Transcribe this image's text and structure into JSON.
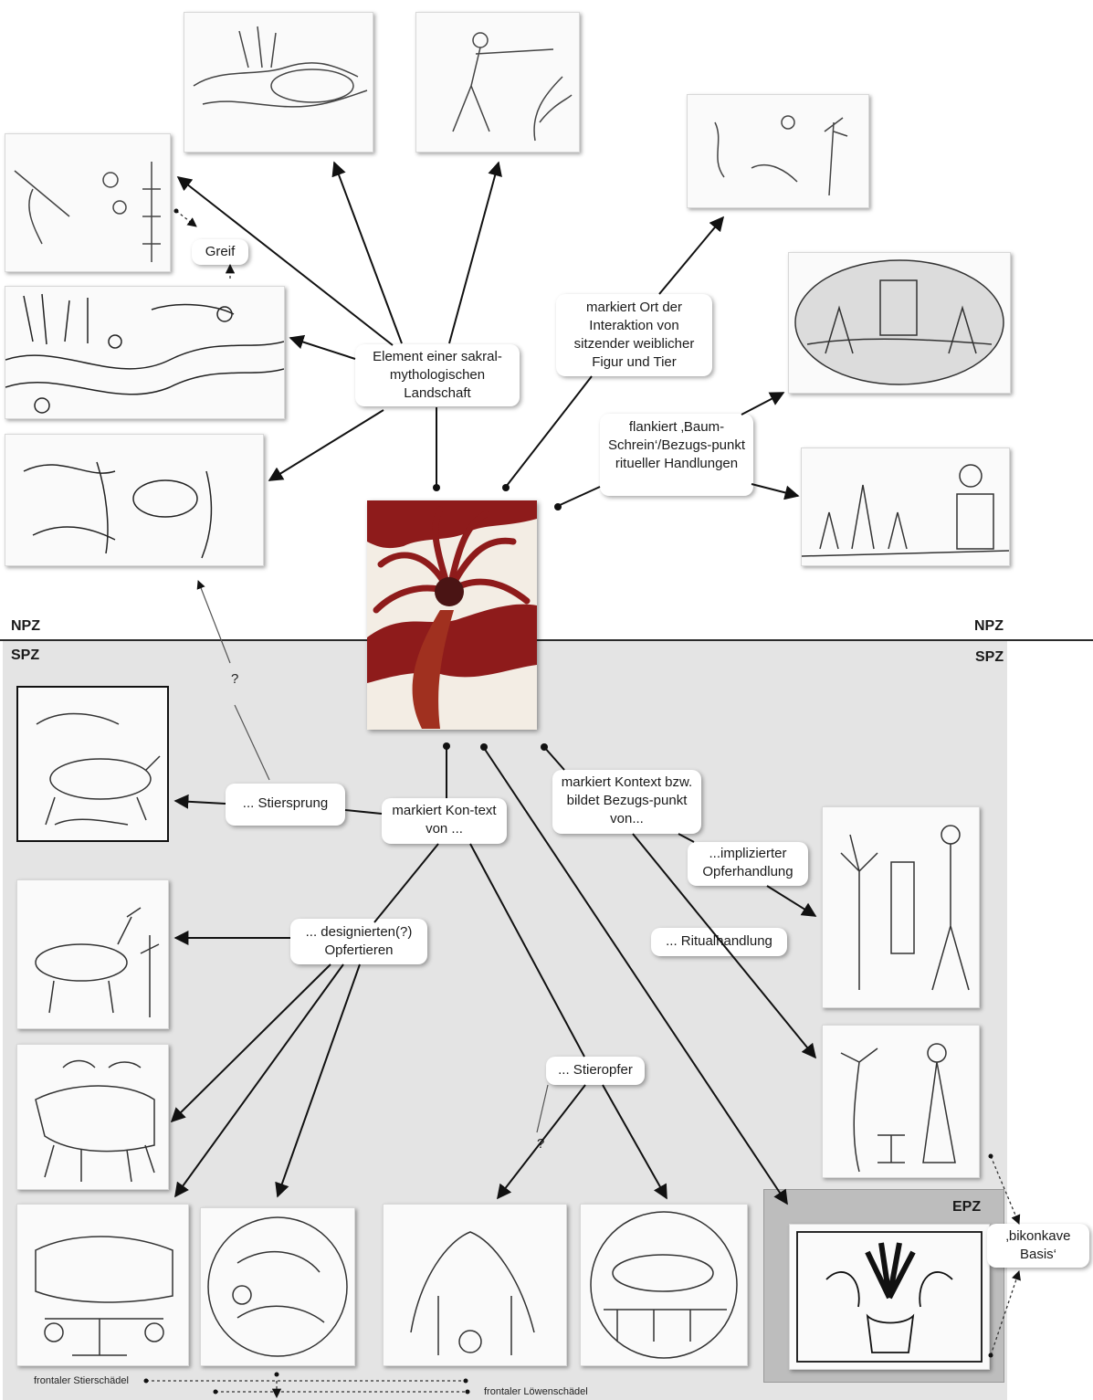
{
  "zones": {
    "npz_left": "NPZ",
    "npz_right": "NPZ",
    "spz_left": "SPZ",
    "spz_right": "SPZ",
    "epz": "EPZ"
  },
  "labels": {
    "greif": "Greif",
    "element": "Element einer sakral-mythologischen Landschaft",
    "ort": "markiert Ort der Interaktion von sitzender weiblicher Figur und Tier",
    "flankiert": "flankiert ‚Baum-Schrein‘/Bezugs-punkt ritueller Handlungen",
    "stiersprung": "... Stiersprung",
    "kontext": "markiert Kon-text von ...",
    "kontext_bezug": "markiert Kontext bzw. bildet Bezugs-punkt von...",
    "impliziert": "...implizierter Opferhandlung",
    "ritual": "... Ritualhandlung",
    "designiert": "... designierten(?) Opfertieren",
    "stieropfer": "... Stieropfer",
    "bikonkav": "‚bikonkave Basis‘"
  },
  "question_marks": [
    "?",
    "?"
  ],
  "notes": {
    "stierschaedel": "frontaler Stierschädel",
    "loewenschaedel": "frontaler Löwenschädel"
  },
  "colors": {
    "central_red": "#8e1b1b",
    "central_bg": "#f3ede4",
    "spz_zone": "#e4e4e4",
    "epz_zone": "#bdbdbd",
    "arrow": "#111111"
  }
}
